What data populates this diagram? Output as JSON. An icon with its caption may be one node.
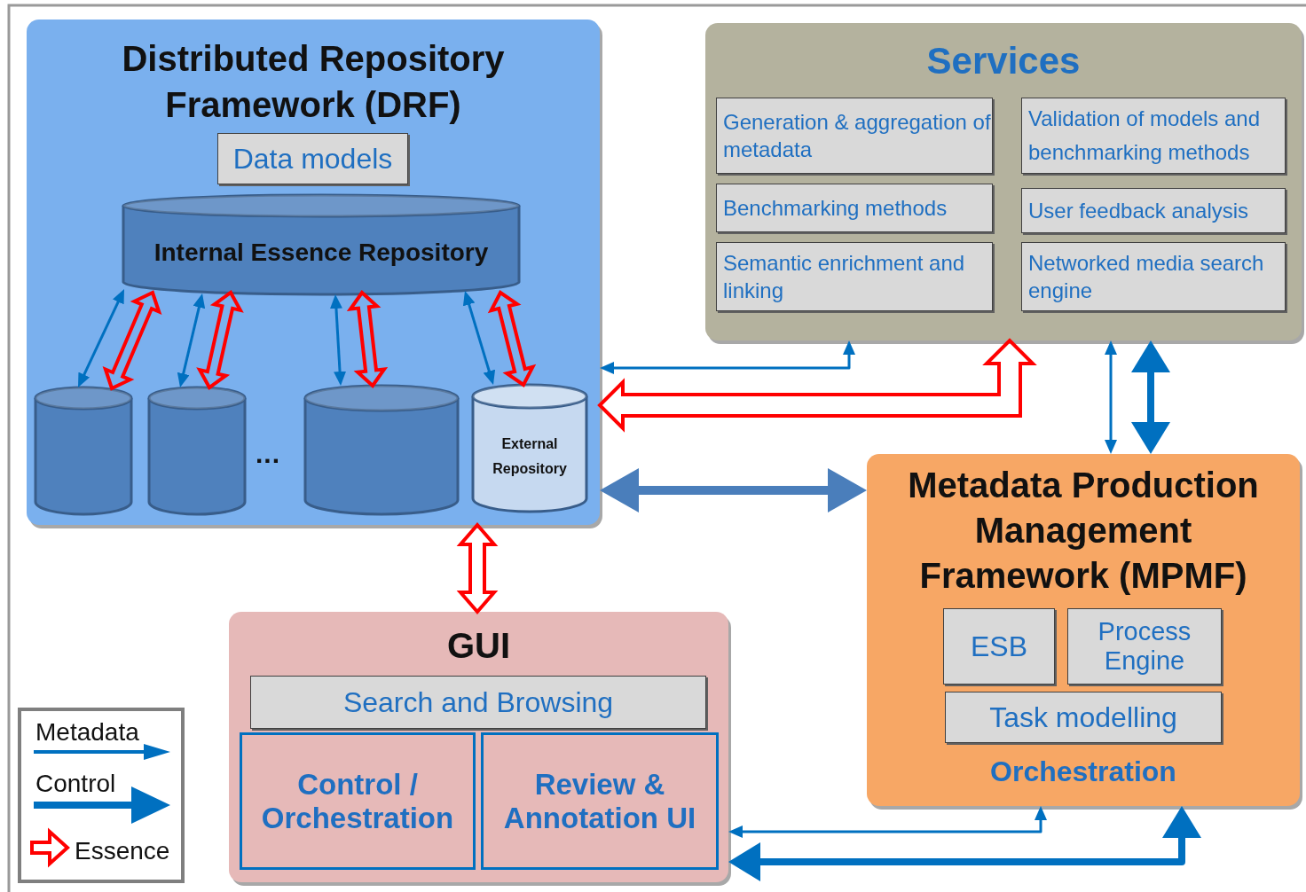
{
  "diagram": {
    "nodes": [
      {
        "text": [
          "Distributed Repository Framework (DRF)"
        ]
      },
      {
        "text": [
          "Data models"
        ],
        "in": 0
      },
      {
        "text": [
          "Internal Essence Repository"
        ],
        "in": 0
      },
      {
        "text": [],
        "shape": "cylinder",
        "in": 0
      },
      {
        "text": [],
        "shape": "cylinder",
        "in": 0
      },
      {
        "text": [],
        "shape": "cylinder",
        "in": 0
      },
      {
        "text": [
          "External Repository"
        ],
        "in": 0
      },
      {
        "text": [
          "Services"
        ]
      },
      {
        "text": [
          "Generation & aggregation of metadata"
        ],
        "in": 7
      },
      {
        "text": [
          "Validation of models and benchmarking methods"
        ],
        "in": 7
      },
      {
        "text": [
          "Benchmarking methods"
        ],
        "in": 7
      },
      {
        "text": [
          "User feedback analysis"
        ],
        "in": 7
      },
      {
        "text": [
          "Semantic enrichment and linking"
        ],
        "in": 7
      },
      {
        "text": [
          "Networked media search engine"
        ],
        "in": 7
      },
      {
        "text": [
          "Metadata Production Management Framework (MPMF)",
          "Orchestration"
        ]
      },
      {
        "text": [
          "ESB"
        ],
        "in": 14
      },
      {
        "text": [
          "Process Engine"
        ],
        "in": 14
      },
      {
        "text": [
          "Task modelling"
        ],
        "in": 14
      },
      {
        "text": [
          "GUI"
        ]
      },
      {
        "text": [
          "Search and Browsing"
        ],
        "in": 18
      },
      {
        "text": [
          "Control / Orchestration"
        ],
        "in": 18
      },
      {
        "text": [
          "Review & Annotation UI"
        ],
        "in": 18
      }
    ],
    "edges": [
      {
        "from": 2,
        "to": 3,
        "arrow": "both"
      },
      {
        "from": 2,
        "to": 3,
        "arrow": "both",
        "style": "thick",
        "color": "#ff0000"
      },
      {
        "from": 2,
        "to": 4,
        "arrow": "both"
      },
      {
        "from": 2,
        "to": 4,
        "arrow": "both",
        "style": "thick",
        "color": "#ff0000"
      },
      {
        "from": 2,
        "to": 5,
        "arrow": "both"
      },
      {
        "from": 2,
        "to": 5,
        "arrow": "both",
        "style": "thick",
        "color": "#ff0000"
      },
      {
        "from": 2,
        "to": 6,
        "arrow": "both"
      },
      {
        "from": 2,
        "to": 6,
        "arrow": "both",
        "style": "thick",
        "color": "#ff0000"
      },
      {
        "from": 7,
        "to": 0,
        "arrow": "both"
      },
      {
        "from": 7,
        "to": 0,
        "arrow": "both",
        "style": "thick",
        "color": "#ff0000"
      },
      {
        "from": 0,
        "to": 14,
        "arrow": "both",
        "style": "thick",
        "color": "#4a7ebb"
      },
      {
        "from": 7,
        "to": 14,
        "arrow": "both"
      },
      {
        "from": 7,
        "to": 14,
        "arrow": "both",
        "style": "thick"
      },
      {
        "from": 0,
        "to": 18,
        "arrow": "both",
        "style": "thick",
        "color": "#ff0000"
      },
      {
        "from": 14,
        "to": 18,
        "arrow": "both"
      },
      {
        "from": 14,
        "to": 18,
        "arrow": "both",
        "style": "thick"
      }
    ],
    "labels": [
      "..."
    ],
    "legend": [
      {
        "text": "Metadata"
      },
      {
        "text": "Control"
      },
      {
        "text": "Essence"
      }
    ]
  }
}
